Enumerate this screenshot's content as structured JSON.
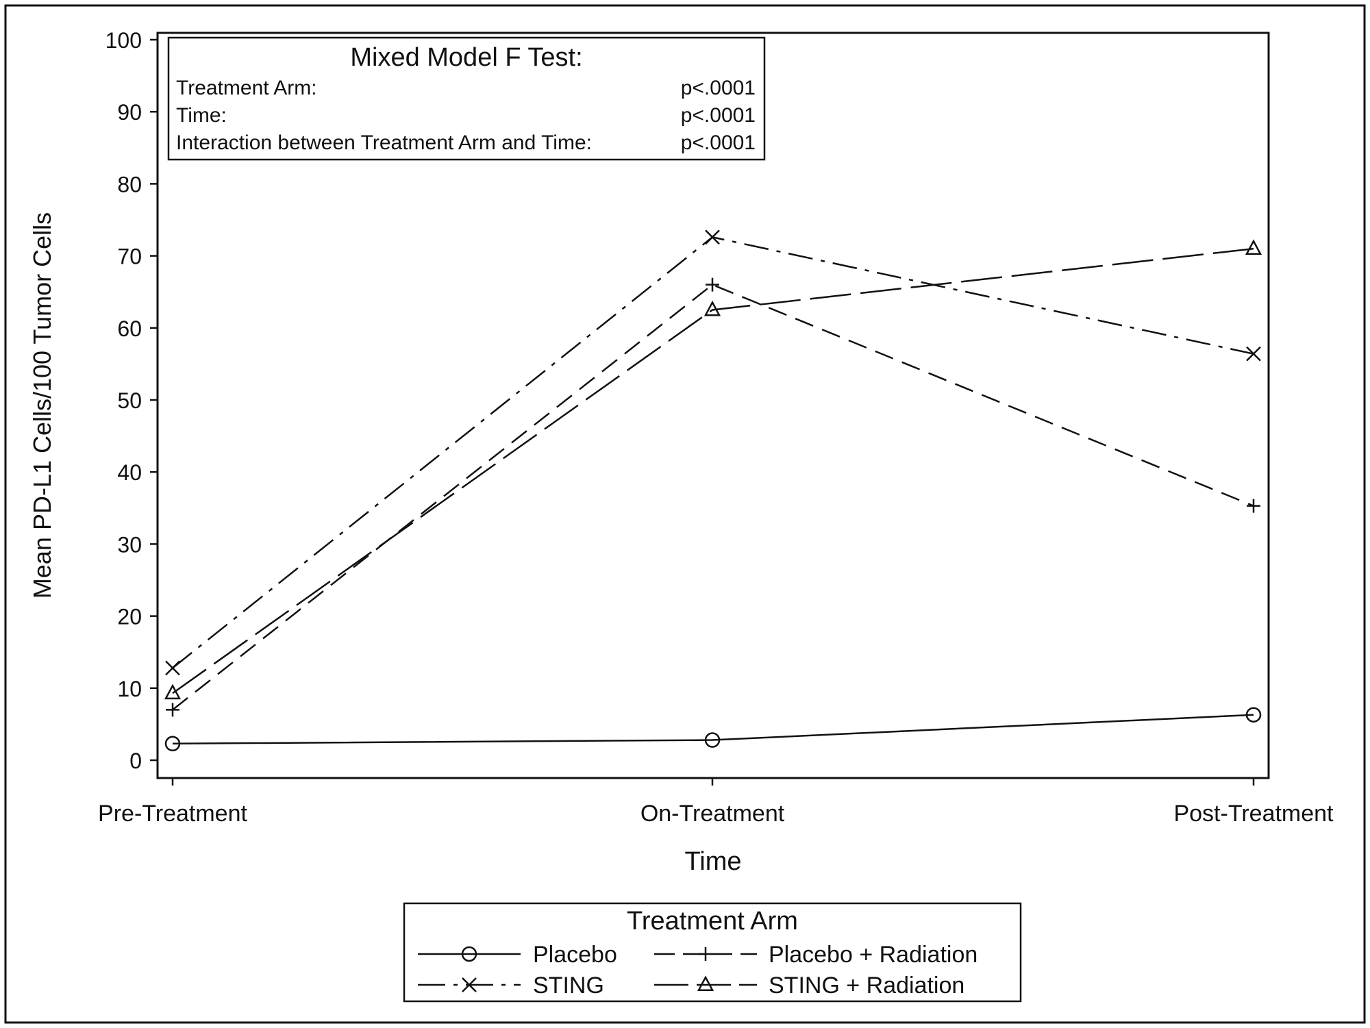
{
  "chart_data": {
    "type": "line",
    "xlabel": "Time",
    "ylabel": "Mean PD-L1 Cells/100 Tumor Cells",
    "categories": [
      "Pre-Treatment",
      "On-Treatment",
      "Post-Treatment"
    ],
    "ylim": [
      0,
      100
    ],
    "yticks": [
      0,
      10,
      20,
      30,
      40,
      50,
      60,
      70,
      80,
      90,
      100
    ],
    "grid": false,
    "series": [
      {
        "name": "Placebo",
        "marker": "circle",
        "dash": "solid",
        "values": [
          2.3,
          2.8,
          6.3
        ]
      },
      {
        "name": "Placebo + Radiation",
        "marker": "plus",
        "dash": "long-dash",
        "values": [
          7.0,
          66.0,
          35.3
        ]
      },
      {
        "name": "STING",
        "marker": "x",
        "dash": "dash-dot",
        "values": [
          12.8,
          72.6,
          56.4
        ]
      },
      {
        "name": "STING + Radiation",
        "marker": "triangle",
        "dash": "very-long-dash",
        "values": [
          9.3,
          62.5,
          71.0
        ]
      }
    ],
    "inset": {
      "title": "Mixed Model F Test:",
      "rows": [
        {
          "label": "Treatment Arm:",
          "value": "p<.0001"
        },
        {
          "label": "Time:",
          "value": "p<.0001"
        },
        {
          "label": "Interaction between Treatment Arm and Time:",
          "value": "p<.0001"
        }
      ]
    },
    "legend": {
      "title": "Treatment Arm",
      "placement": "bottom-center"
    }
  }
}
